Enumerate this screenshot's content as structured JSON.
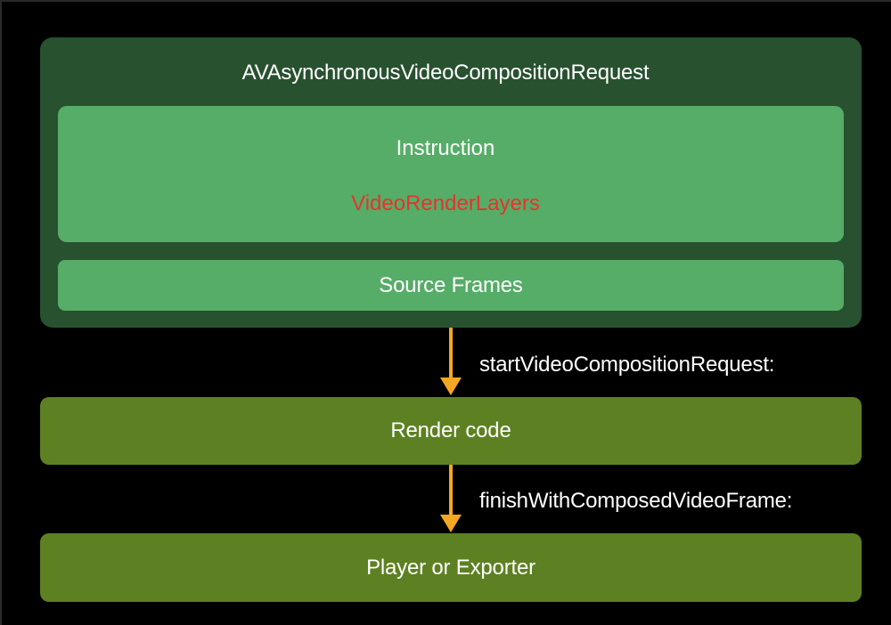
{
  "diagram": {
    "request": {
      "title": "AVAsynchronousVideoCompositionRequest",
      "instruction_label": "Instruction",
      "layers_label": "VideoRenderLayers",
      "source_frames_label": "Source Frames"
    },
    "render": {
      "label": "Render code"
    },
    "output": {
      "label": "Player or Exporter"
    },
    "edges": {
      "start_label": "startVideoCompositionRequest:",
      "finish_label": "finishWithComposedVideoFrame:"
    },
    "colors": {
      "background": "#000000",
      "request_container": "#285130",
      "request_inner": "#56ad67",
      "stage_box": "#5d8122",
      "arrow": "#f5a623",
      "highlight_text": "#e8332e",
      "text": "#ffffff"
    }
  }
}
